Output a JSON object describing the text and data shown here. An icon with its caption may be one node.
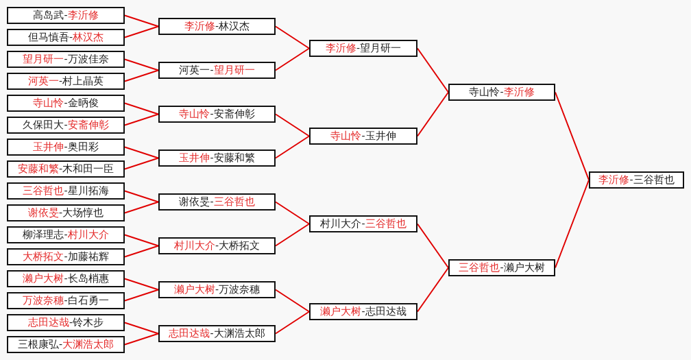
{
  "diagram": {
    "nodes": [
      {
        "text": [
          "高岛武-**李沂修**"
        ]
      },
      {
        "text": [
          "但马慎吾-**林汉杰**"
        ]
      },
      {
        "text": [
          "**望月研一**-万波佳奈"
        ]
      },
      {
        "text": [
          "**河英一**-村上晶英"
        ]
      },
      {
        "text": [
          "**寺山怜**-金昞俊"
        ]
      },
      {
        "text": [
          "久保田大-**安斋伸彰**"
        ]
      },
      {
        "text": [
          "**玉井伸**-奥田彩"
        ]
      },
      {
        "text": [
          "**安藤和繁**-木和田一臣"
        ]
      },
      {
        "text": [
          "**三谷哲也**-星川拓海"
        ]
      },
      {
        "text": [
          "**谢依旻**-大场惇也"
        ]
      },
      {
        "text": [
          "柳泽理志-**村川大介**"
        ]
      },
      {
        "text": [
          "**大桥拓文**-加藤祐辉"
        ]
      },
      {
        "text": [
          "**濑户大树**-长岛梢惠"
        ]
      },
      {
        "text": [
          "**万波奈穗**-白石勇一"
        ]
      },
      {
        "text": [
          "**志田达哉**-铃木步"
        ]
      },
      {
        "text": [
          "三根康弘-**大渊浩太郎**"
        ]
      },
      {
        "text": [
          "**李沂修**-林汉杰"
        ]
      },
      {
        "text": [
          "河英一-**望月研一**"
        ]
      },
      {
        "text": [
          "**寺山怜**-安斋伸彰"
        ]
      },
      {
        "text": [
          "**玉井伸**-安藤和繁"
        ]
      },
      {
        "text": [
          "谢依旻-**三谷哲也**"
        ]
      },
      {
        "text": [
          "**村川大介**-大桥拓文"
        ]
      },
      {
        "text": [
          "**濑户大树**-万波奈穗"
        ]
      },
      {
        "text": [
          "**志田达哉**-大渊浩太郎"
        ]
      },
      {
        "text": [
          "**李沂修**-望月研一"
        ]
      },
      {
        "text": [
          "**寺山怜**-玉井伸"
        ]
      },
      {
        "text": [
          "村川大介-**三谷哲也**"
        ]
      },
      {
        "text": [
          "**濑户大树**-志田达哉"
        ]
      },
      {
        "text": [
          "寺山怜-**李沂修**"
        ]
      },
      {
        "text": [
          "**三谷哲也**-濑户大树"
        ]
      },
      {
        "text": [
          "**李沂修**-三谷哲也"
        ]
      }
    ],
    "edges": [
      {
        "from": 0,
        "to": 16,
        "arrow": "none"
      },
      {
        "from": 1,
        "to": 16,
        "arrow": "none"
      },
      {
        "from": 2,
        "to": 17,
        "arrow": "none"
      },
      {
        "from": 3,
        "to": 17,
        "arrow": "none"
      },
      {
        "from": 4,
        "to": 18,
        "arrow": "none"
      },
      {
        "from": 5,
        "to": 18,
        "arrow": "none"
      },
      {
        "from": 6,
        "to": 19,
        "arrow": "none"
      },
      {
        "from": 7,
        "to": 19,
        "arrow": "none"
      },
      {
        "from": 8,
        "to": 20,
        "arrow": "none"
      },
      {
        "from": 9,
        "to": 20,
        "arrow": "none"
      },
      {
        "from": 10,
        "to": 21,
        "arrow": "none"
      },
      {
        "from": 11,
        "to": 21,
        "arrow": "none"
      },
      {
        "from": 12,
        "to": 22,
        "arrow": "none"
      },
      {
        "from": 13,
        "to": 22,
        "arrow": "none"
      },
      {
        "from": 14,
        "to": 23,
        "arrow": "none"
      },
      {
        "from": 15,
        "to": 23,
        "arrow": "none"
      },
      {
        "from": 16,
        "to": 24,
        "arrow": "none"
      },
      {
        "from": 17,
        "to": 24,
        "arrow": "none"
      },
      {
        "from": 18,
        "to": 25,
        "arrow": "none"
      },
      {
        "from": 19,
        "to": 25,
        "arrow": "none"
      },
      {
        "from": 20,
        "to": 26,
        "arrow": "none"
      },
      {
        "from": 21,
        "to": 26,
        "arrow": "none"
      },
      {
        "from": 22,
        "to": 27,
        "arrow": "none"
      },
      {
        "from": 23,
        "to": 27,
        "arrow": "none"
      },
      {
        "from": 24,
        "to": 28,
        "arrow": "none"
      },
      {
        "from": 25,
        "to": 28,
        "arrow": "none"
      },
      {
        "from": 26,
        "to": 29,
        "arrow": "none"
      },
      {
        "from": 27,
        "to": 29,
        "arrow": "none"
      },
      {
        "from": 28,
        "to": 30,
        "arrow": "none"
      },
      {
        "from": 29,
        "to": 30,
        "arrow": "none"
      }
    ]
  }
}
